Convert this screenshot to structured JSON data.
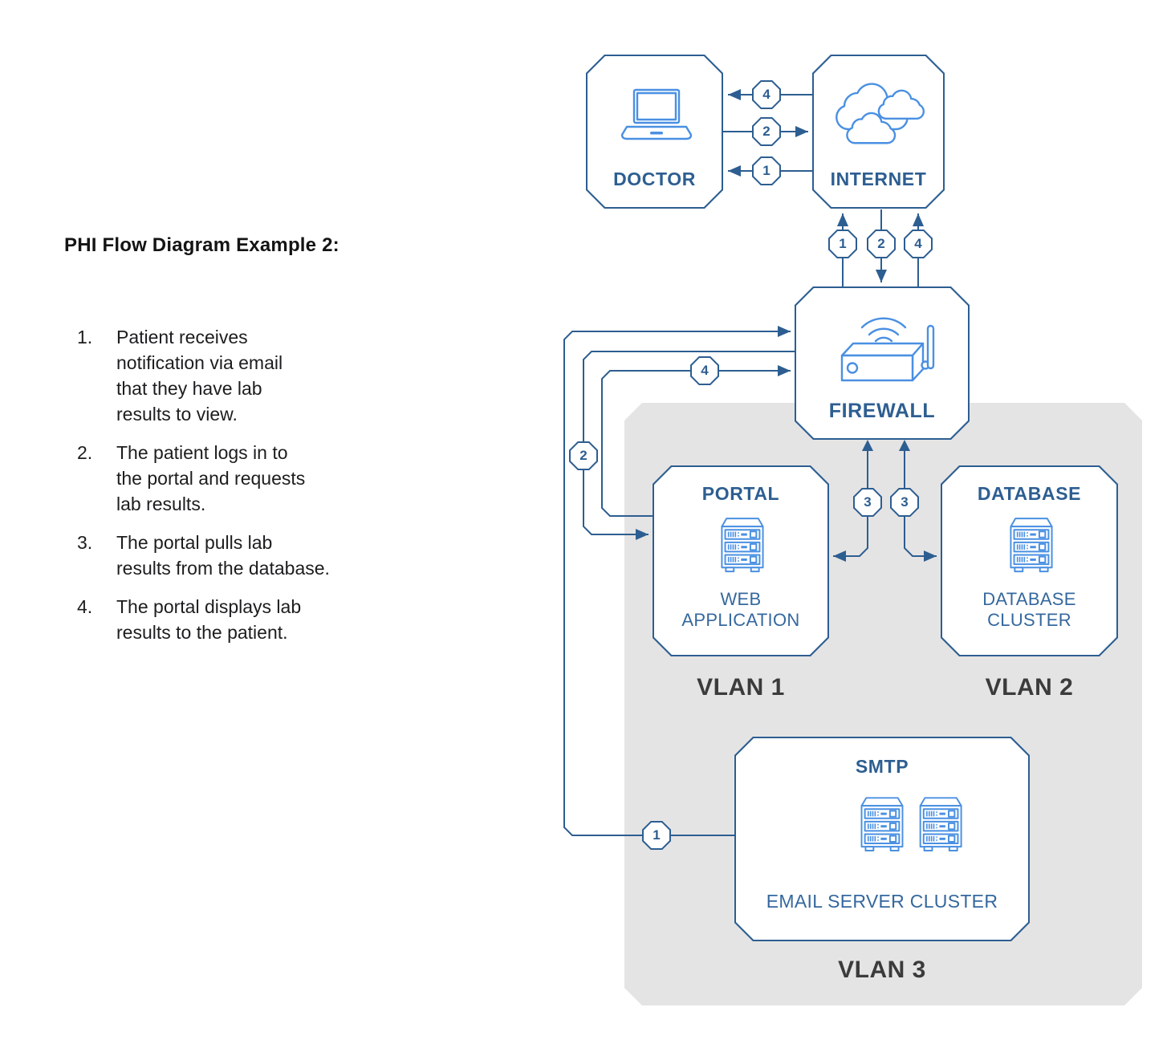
{
  "sidebar": {
    "title": "PHI Flow Diagram Example 2:",
    "steps": [
      "Patient receives\nnotification via email\nthat they have lab\nresults to view.",
      "The patient logs in to\nthe portal and requests\nlab results.",
      "The portal pulls lab\nresults from the database.",
      "The portal displays lab\nresults to the patient."
    ]
  },
  "diagram": {
    "nodes": {
      "doctor": {
        "label": "DOCTOR",
        "icon": "laptop-icon"
      },
      "internet": {
        "label": "INTERNET",
        "icon": "clouds-icon"
      },
      "firewall": {
        "label": "FIREWALL",
        "icon": "wireless-router-icon"
      },
      "portal": {
        "title": "PORTAL",
        "subtitle": "WEB\nAPPLICATION",
        "icon": "server-icon"
      },
      "database": {
        "title": "DATABASE",
        "subtitle": "DATABASE\nCLUSTER",
        "icon": "server-icon"
      },
      "smtp": {
        "title": "SMTP",
        "subtitle": "EMAIL SERVER CLUSTER",
        "icon": "server-cluster-icon"
      }
    },
    "vlan_labels": {
      "vlan1": "VLAN 1",
      "vlan2": "VLAN 2",
      "vlan3": "VLAN 3"
    },
    "badges": {
      "internet_to_doctor_4": "4",
      "doctor_to_internet_2": "2",
      "internet_to_doctor_1": "1",
      "firewall_to_internet_1": "1",
      "internet_to_firewall_2": "2",
      "firewall_to_internet_4": "4",
      "portal_to_firewall_4": "4",
      "firewall_to_portal_2": "2",
      "firewall_portal_3": "3",
      "firewall_database_3": "3",
      "smtp_to_firewall_1": "1"
    },
    "colors": {
      "line": "#2d5e91",
      "node_label": "#2d5e91",
      "subtitle": "#35689e",
      "icon": "#4a90e2",
      "vlan_label": "#3b3b3b",
      "vlan_zone_fill": "#e5e4e4"
    }
  }
}
